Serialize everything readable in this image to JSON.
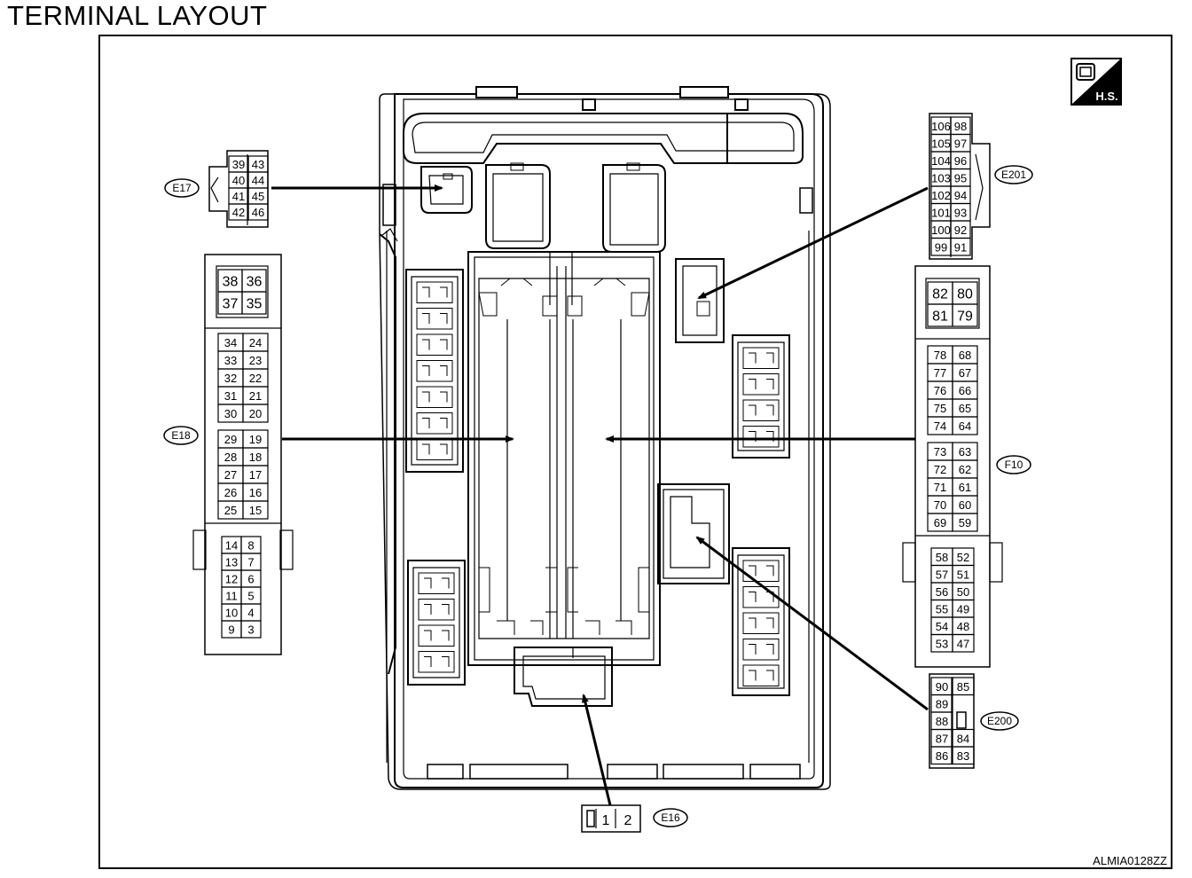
{
  "title": "TERMINAL LAYOUT",
  "diagram_code": "ALMIA0128ZZ",
  "badge": {
    "icon": "hs-harness-icon",
    "text": "H.S."
  },
  "connectors": {
    "E17": {
      "label": "E17",
      "pins": [
        "39",
        "43",
        "40",
        "44",
        "41",
        "45",
        "42",
        "46"
      ]
    },
    "E18": {
      "label": "E18",
      "top": [
        "38",
        "36",
        "37",
        "35"
      ],
      "mid_a": [
        "34",
        "24",
        "33",
        "23",
        "32",
        "22",
        "31",
        "21",
        "30",
        "20"
      ],
      "mid_b": [
        "29",
        "19",
        "28",
        "18",
        "27",
        "17",
        "26",
        "16",
        "25",
        "15"
      ],
      "bottom": [
        "14",
        "8",
        "13",
        "7",
        "12",
        "6",
        "11",
        "5",
        "10",
        "4",
        "9",
        "3"
      ]
    },
    "E201": {
      "label": "E201",
      "pins": [
        "106",
        "98",
        "105",
        "97",
        "104",
        "96",
        "103",
        "95",
        "102",
        "94",
        "101",
        "93",
        "100",
        "92",
        "99",
        "91"
      ]
    },
    "F10": {
      "label": "F10",
      "top": [
        "82",
        "80",
        "81",
        "79"
      ],
      "mid_a": [
        "78",
        "68",
        "77",
        "67",
        "76",
        "66",
        "75",
        "65",
        "74",
        "64"
      ],
      "mid_b": [
        "73",
        "63",
        "72",
        "62",
        "71",
        "61",
        "70",
        "60",
        "69",
        "59"
      ],
      "bottom": [
        "58",
        "52",
        "57",
        "51",
        "56",
        "50",
        "55",
        "49",
        "54",
        "48",
        "53",
        "47"
      ]
    },
    "E200": {
      "label": "E200",
      "pins": [
        "90",
        "85",
        "89",
        "",
        "88",
        "",
        "87",
        "84",
        "86",
        "83"
      ]
    },
    "E16": {
      "label": "E16",
      "pins": [
        "1",
        "2"
      ]
    }
  },
  "colors": {
    "line": "#000000",
    "background": "#ffffff"
  }
}
